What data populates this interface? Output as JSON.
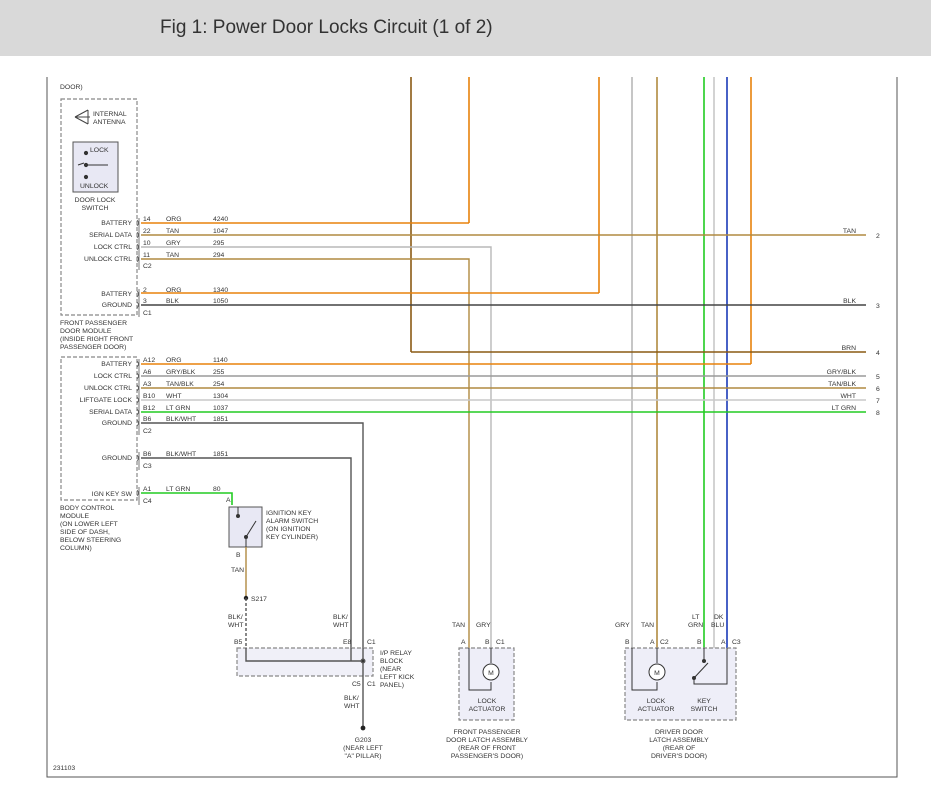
{
  "header": {
    "title": "Fig 1: Power Door Locks Circuit (1 of 2)"
  },
  "colors": {
    "ORG": "#e8820c",
    "TAN": "#b08a40",
    "GRY": "#b8b8b8",
    "BLK": "#333333",
    "WHT": "#c8c8c8",
    "LT GRN": "#22cc22",
    "BRN": "#8a5a14",
    "DK BLU": "#1a3ab8",
    "BLK/WHT": "#555555",
    "GRY/BLK": "#9a9a9a",
    "TAN/BLK": "#b08a40"
  },
  "top_fragment": "DOOR)",
  "antenna_label": [
    "INTERNAL",
    "ANTENNA"
  ],
  "door_lock_switch": {
    "lock": "LOCK",
    "unlock": "UNLOCK",
    "title": [
      "DOOR LOCK",
      "SWITCH"
    ]
  },
  "fpdm": {
    "title": [
      "FRONT PASSENGER",
      "DOOR MODULE",
      "(INSIDE RIGHT FRONT",
      "PASSENGER DOOR)"
    ],
    "connector_c2": "C2",
    "connector_c1": "C1",
    "pins": [
      {
        "name": "BATTERY",
        "pin": "14",
        "color": "ORG",
        "circuit": "4240"
      },
      {
        "name": "SERIAL DATA",
        "pin": "22",
        "color": "TAN",
        "circuit": "1047"
      },
      {
        "name": "LOCK CTRL",
        "pin": "10",
        "color": "GRY",
        "circuit": "295"
      },
      {
        "name": "UNLOCK CTRL",
        "pin": "11",
        "color": "TAN",
        "circuit": "294"
      },
      {
        "name": "BATTERY",
        "pin": "2",
        "color": "ORG",
        "circuit": "1340"
      },
      {
        "name": "GROUND",
        "pin": "3",
        "color": "BLK",
        "circuit": "1050"
      }
    ]
  },
  "bcm": {
    "title": [
      "BODY CONTROL",
      "MODULE",
      "(ON LOWER LEFT",
      "SIDE OF DASH,",
      "BELOW STEERING",
      "COLUMN)"
    ],
    "connector_c2": "C2",
    "connector_c3": "C3",
    "connector_c4": "C4",
    "pins": [
      {
        "name": "BATTERY",
        "pin": "A12",
        "color": "ORG",
        "circuit": "1140"
      },
      {
        "name": "LOCK CTRL",
        "pin": "A6",
        "color": "GRY/BLK",
        "circuit": "255"
      },
      {
        "name": "UNLOCK CTRL",
        "pin": "A3",
        "color": "TAN/BLK",
        "circuit": "254"
      },
      {
        "name": "LIFTGATE LOCK",
        "pin": "B10",
        "color": "WHT",
        "circuit": "1304"
      },
      {
        "name": "SERIAL DATA",
        "pin": "B12",
        "color": "LT GRN",
        "circuit": "1037"
      },
      {
        "name": "GROUND",
        "pin": "B6",
        "color": "BLK/WHT",
        "circuit": "1851"
      },
      {
        "name": "GROUND",
        "pin": "B6",
        "color": "BLK/WHT",
        "circuit": "1851"
      },
      {
        "name": "IGN KEY SW",
        "pin": "A1",
        "color": "LT GRN",
        "circuit": "80"
      }
    ]
  },
  "right_refs": [
    {
      "color": "TAN",
      "num": "2"
    },
    {
      "color": "BLK",
      "num": "3"
    },
    {
      "color": "BRN",
      "num": "4"
    },
    {
      "color": "GRY/BLK",
      "num": "5"
    },
    {
      "color": "TAN/BLK",
      "num": "6"
    },
    {
      "color": "WHT",
      "num": "7"
    },
    {
      "color": "LT GRN",
      "num": "8"
    }
  ],
  "ign_switch": {
    "pin_a": "A",
    "pin_b": "B",
    "label": [
      "IGNITION KEY",
      "ALARM SWITCH",
      "(ON IGNITION",
      "KEY CYLINDER)"
    ],
    "wire": "TAN"
  },
  "splice": "S217",
  "relay_block": {
    "pins": [
      "B5",
      "E8",
      "C1",
      "C5",
      "C1"
    ],
    "wire_left": [
      "BLK/",
      "WHT"
    ],
    "wire_right": [
      "BLK/",
      "WHT"
    ],
    "wire_down": [
      "BLK/",
      "WHT"
    ],
    "label": [
      "I/P RELAY",
      "BLOCK",
      "(NEAR",
      "LEFT KICK",
      "PANEL)"
    ]
  },
  "ground": {
    "id": "G203",
    "loc": [
      "(NEAR LEFT",
      "\"A\" PILLAR)"
    ]
  },
  "fp_latch": {
    "wires": [
      "TAN",
      "GRY"
    ],
    "pins": [
      "A",
      "B",
      "C1"
    ],
    "actuator": [
      "LOCK",
      "ACTUATOR"
    ],
    "motor": "M",
    "title": [
      "FRONT PASSENGER",
      "DOOR LATCH ASSEMBLY",
      "(REAR OF FRONT",
      "PASSENGER'S DOOR)"
    ]
  },
  "drv_latch": {
    "wires": [
      "GRY",
      "TAN",
      "LT",
      "GRN",
      "DK",
      "BLU"
    ],
    "pins": [
      "B",
      "A",
      "C2",
      "B",
      "A",
      "C3"
    ],
    "actuator": [
      "LOCK",
      "ACTUATOR"
    ],
    "motor": "M",
    "key_switch": [
      "KEY",
      "SWITCH"
    ],
    "title": [
      "DRIVER DOOR",
      "LATCH ASSEMBLY",
      "(REAR OF",
      "DRIVER'S DOOR)"
    ]
  },
  "fig_id": "231103"
}
